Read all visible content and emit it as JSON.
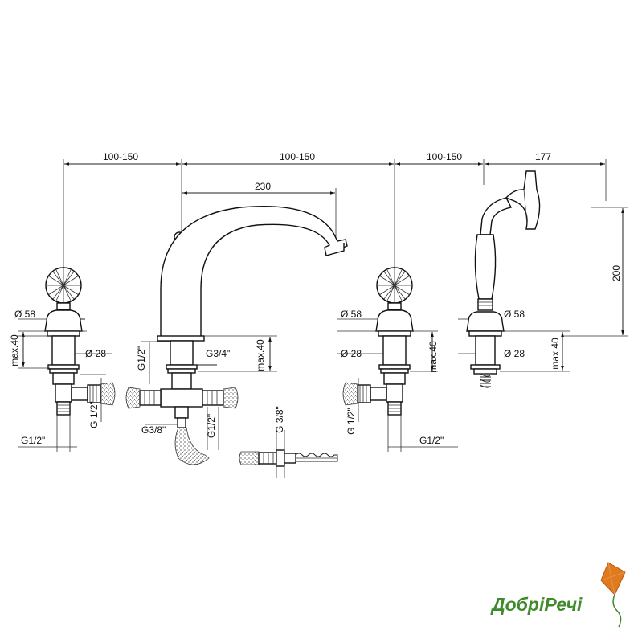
{
  "dimensions": {
    "spacing_1": "100-150",
    "spacing_2": "100-150",
    "spacing_3": "100-150",
    "shower_offset": "177",
    "spout_reach": "230",
    "shower_height": "200",
    "left_dia_58": "Ø 58",
    "left_dia_28": "Ø 28",
    "left_max40": "max.40",
    "left_g12_vert": "G 1/2\"",
    "left_g12_horiz": "G1/2\"",
    "spout_g12_top": "G1/2\"",
    "spout_g34": "G3/4\"",
    "spout_max40": "max.40",
    "spout_g38": "G3/8\"",
    "spout_g12_bottom": "G1/2\"",
    "hose_g38": "G 3/8\"",
    "right_dia_58": "Ø 58",
    "right_dia_28": "Ø 28",
    "right_max40": "max.40",
    "right_g12_vert": "G 1/2\"",
    "right_g12_horiz": "G1/2\"",
    "shower_dia_58": "Ø 58",
    "shower_dia_28": "Ø 28",
    "shower_max40": "max 40"
  },
  "logo": {
    "text": "ДобріРечі"
  }
}
